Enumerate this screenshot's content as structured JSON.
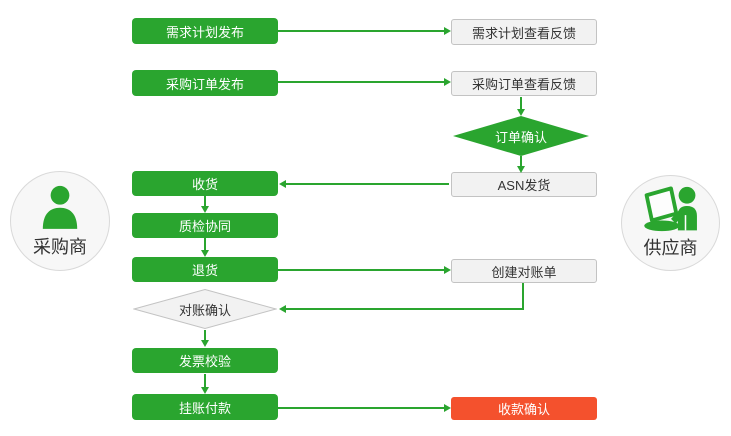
{
  "colors": {
    "primary_green": "#2aa52f",
    "alert_red": "#f4512d",
    "neutral_fill": "#f2f2f2",
    "neutral_border": "#c3c3c3",
    "text_dark": "#333333",
    "text_light": "#ffffff"
  },
  "roles": {
    "buyer": {
      "label": "采购商"
    },
    "supplier": {
      "label": "供应商"
    }
  },
  "nodes": {
    "demand_plan_publish": {
      "label": "需求计划发布",
      "style": "green"
    },
    "demand_plan_feedback": {
      "label": "需求计划查看反馈",
      "style": "light"
    },
    "po_publish": {
      "label": "采购订单发布",
      "style": "green"
    },
    "po_feedback": {
      "label": "采购订单查看反馈",
      "style": "light"
    },
    "order_confirm": {
      "label": "订单确认",
      "style": "green-diamond"
    },
    "asn_ship": {
      "label": "ASN发货",
      "style": "light"
    },
    "receive": {
      "label": "收货",
      "style": "green"
    },
    "quality_collab": {
      "label": "质检协同",
      "style": "green"
    },
    "returns": {
      "label": "退货",
      "style": "green"
    },
    "create_statement": {
      "label": "创建对账单",
      "style": "light"
    },
    "statement_confirm": {
      "label": "对账确认",
      "style": "gray-diamond"
    },
    "invoice_verify": {
      "label": "发票校验",
      "style": "green"
    },
    "book_payment": {
      "label": "挂账付款",
      "style": "green"
    },
    "receipt_confirm": {
      "label": "收款确认",
      "style": "red"
    }
  },
  "edges": [
    {
      "from": "需求计划发布",
      "to": "需求计划查看反馈"
    },
    {
      "from": "采购订单发布",
      "to": "采购订单查看反馈"
    },
    {
      "from": "采购订单查看反馈",
      "to": "订单确认"
    },
    {
      "from": "订单确认",
      "to": "ASN发货"
    },
    {
      "from": "ASN发货",
      "to": "收货"
    },
    {
      "from": "收货",
      "to": "质检协同"
    },
    {
      "from": "质检协同",
      "to": "退货"
    },
    {
      "from": "退货",
      "to": "创建对账单"
    },
    {
      "from": "创建对账单",
      "to": "对账确认"
    },
    {
      "from": "对账确认",
      "to": "发票校验"
    },
    {
      "from": "发票校验",
      "to": "挂账付款"
    },
    {
      "from": "挂账付款",
      "to": "收款确认"
    }
  ]
}
